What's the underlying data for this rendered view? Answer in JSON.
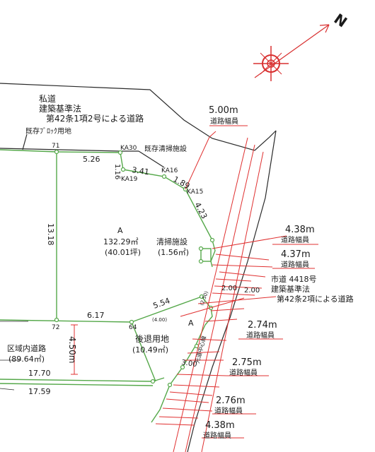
{
  "north_label": "N",
  "private_road": {
    "line1": "私道",
    "line2": "建築基準法",
    "line3": "第42条1項2号による道路"
  },
  "existing_block_label": "既存ﾌﾞﾛｯｸ用地",
  "existing_cleaning_facility_label": "既存清掃施設",
  "points": {
    "p71": "71",
    "p72": "72",
    "p64": "64",
    "ka30": "KA30",
    "ka16": "KA16",
    "ka19": "KA19",
    "ka15": "KA15"
  },
  "dimensions": {
    "d526": "5.26",
    "d116": "1.16",
    "d341": "3.41",
    "d189": "1.89",
    "d423": "4.23",
    "d1318": "13.18",
    "d617": "6.17",
    "d554": "5.54",
    "d250": "(2.50)",
    "d400": "(4.00)",
    "d200a": "2.00",
    "d200b": "2.00",
    "d300": "3.00",
    "d450": "4.50m",
    "d1770": "17.70",
    "d1759": "17.59"
  },
  "lot_a": {
    "label": "A",
    "area": "132.29㎡",
    "tsubo": "(40.01坪)"
  },
  "cleaning_facility": {
    "label": "清掃施設",
    "area": "(1.56㎡)"
  },
  "setback": {
    "marker": "A",
    "label": "後退用地",
    "area": "(10.49㎡)"
  },
  "district_road": {
    "label": "区域内道路",
    "area": "(89.64㎡)"
  },
  "city_road": {
    "line1": "市道 4418号",
    "line2": "建築基準法",
    "line3": "第42条2項による道路"
  },
  "road_center_label": "元道中心線",
  "road_widths": {
    "w500": "5.00m",
    "w438a": "4.38m",
    "w437": "4.37m",
    "w274": "2.74m",
    "w275": "2.75m",
    "w276": "2.76m",
    "w438b": "4.38m",
    "caption": "道路幅員"
  }
}
